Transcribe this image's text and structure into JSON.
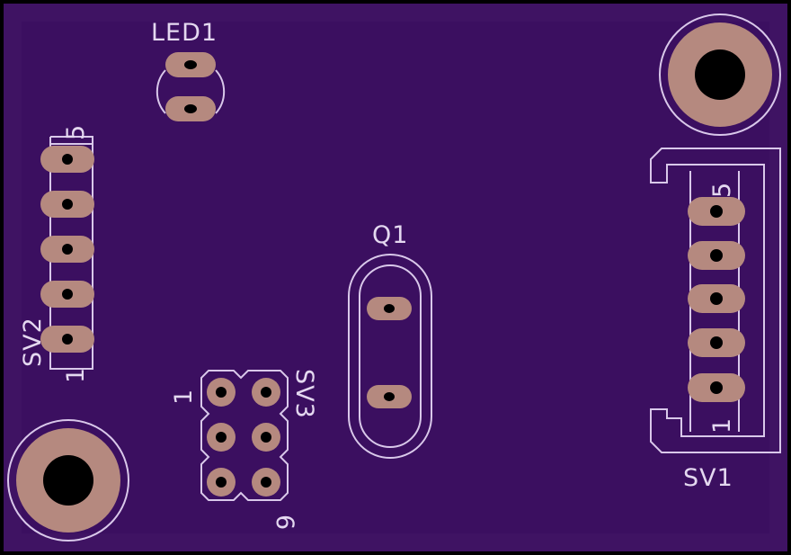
{
  "board": {
    "colors": {
      "outer": "#000000",
      "outline": "#3f1363",
      "substrate": "#3b0f60",
      "silkscreen": "#d9c8ea",
      "pad": "#b5897f",
      "drill": "#000000"
    }
  },
  "labels": {
    "led1": "LED1",
    "q1": "Q1",
    "sv1": "SV1",
    "sv1_pin_first": "1",
    "sv1_pin_last": "5",
    "sv2": "SV2",
    "sv2_pin_first": "1",
    "sv2_pin_last": "5",
    "sv3": "SV3",
    "sv3_pin_first": "1",
    "sv3_pin_last": "6"
  }
}
